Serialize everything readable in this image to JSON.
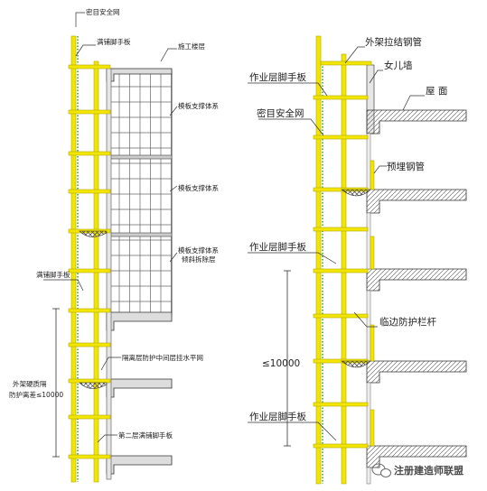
{
  "left": {
    "labels": {
      "safety_net": "密目安全网",
      "full_scaffold_top": "满铺脚手板",
      "construction_floor": "施工楼层",
      "formwork_support_1": "模板支撑体系",
      "formwork_support_2": "模板支撑体系",
      "formwork_support_3a": "模板支撑体系",
      "formwork_support_3b": "倾斜拆除层",
      "full_scaffold_mid": "满铺脚手板",
      "floor_net": "隔离层防护中间层挂水平网",
      "second_floor_scaffold": "第二层满铺脚手板",
      "spacing_a": "外架硬质隔",
      "spacing_b": "防护离差≤10000"
    }
  },
  "right": {
    "labels": {
      "tie_pipe": "外架拉结钢管",
      "parapet": "女儿墙",
      "work_scaffold_top": "作业层脚手板",
      "roof": "屋  面",
      "safety_net": "密目安全网",
      "embedded_pipe": "预埋钢管",
      "work_scaffold_mid": "作业层脚手板",
      "guardrail": "临边防护栏杆",
      "spacing": "≤10000",
      "work_scaffold_bottom": "作业层脚手板"
    }
  },
  "watermark": {
    "text": "注册建造师联盟"
  },
  "colors": {
    "scaffold": "#f2e600",
    "scaffold_edge": "#c8b400",
    "slab": "#dcdcdc",
    "line": "#222222",
    "net_dots": "#1a9a1a"
  }
}
